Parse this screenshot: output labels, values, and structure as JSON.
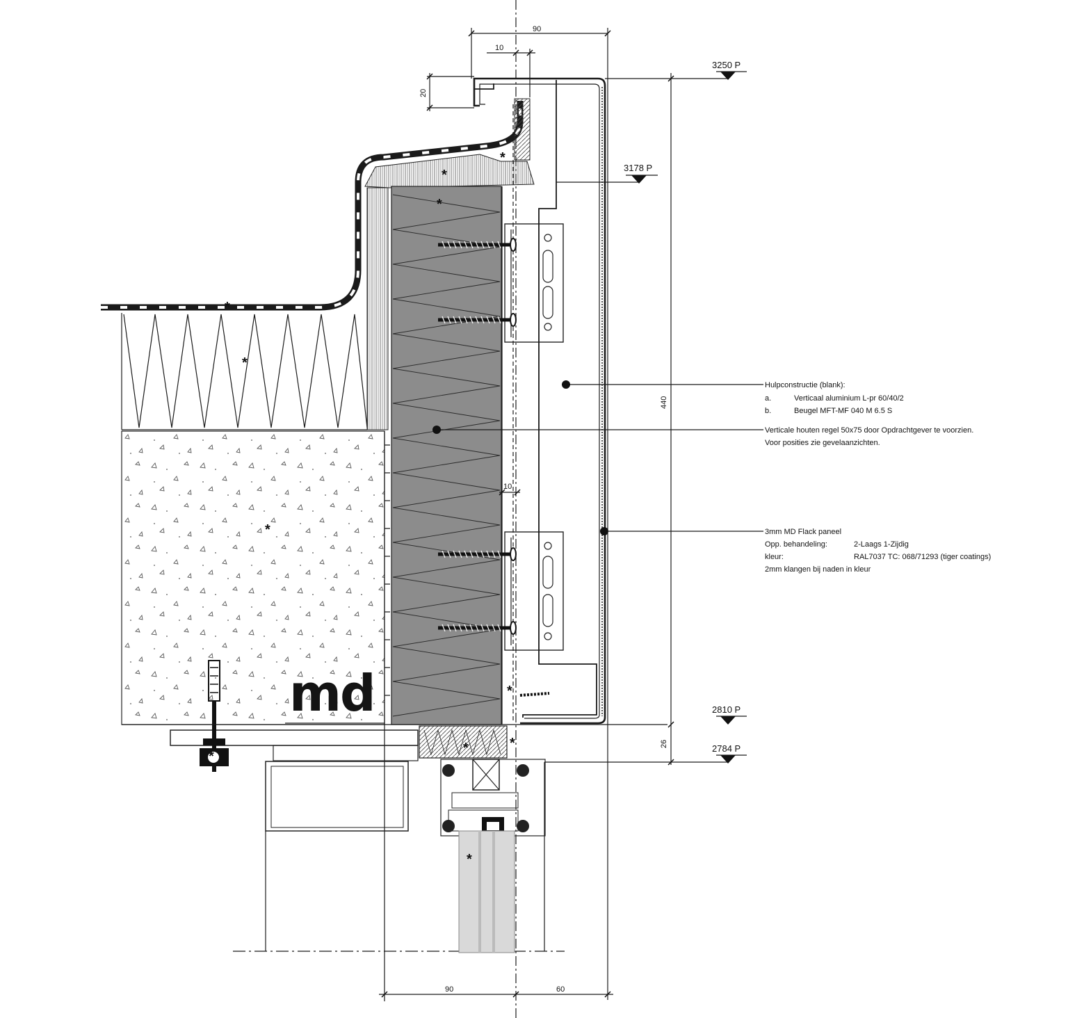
{
  "logo": {
    "text": "md"
  },
  "levels": [
    {
      "id": "3250",
      "label": "3250 P"
    },
    {
      "id": "3178",
      "label": "3178 P"
    },
    {
      "id": "2810",
      "label": "2810 P"
    },
    {
      "id": "2784",
      "label": "2784 P"
    }
  ],
  "dimensions": {
    "top_width": "90",
    "top_offset": "10",
    "drip_height": "20",
    "panel_height": "440",
    "gap_width": "10",
    "bottom_offset": "26",
    "bottom_left": "90",
    "bottom_right": "60"
  },
  "notes": {
    "substructure": {
      "title": "Hulpconstructie (blank):",
      "a_key": "a.",
      "a_text": "Verticaal aluminium L-pr 60/40/2",
      "b_key": "b.",
      "b_text": "Beugel MFT-MF 040 M 6.5 S"
    },
    "timber": {
      "line1": "Verticale houten regel 50x75 door Opdrachtgever te voorzien.",
      "line2": "Voor posities zie gevelaanzichten."
    },
    "panel": {
      "line1": "3mm MD Flack paneel",
      "treat_key": "Opp. behandeling:",
      "treat_value": "2-Laags 1-Zijdig",
      "color_key": "kleur:",
      "color_value": "RAL7037 TC: 068/71293 (tiger coatings)",
      "line4": "2mm klangen  bij naden in kleur"
    }
  },
  "markers": {
    "asterisk": "*"
  },
  "colors": {
    "ink": "#1a1a1a",
    "insulation_fill": "#8c8c8c",
    "glass": "#d9d9d9"
  }
}
